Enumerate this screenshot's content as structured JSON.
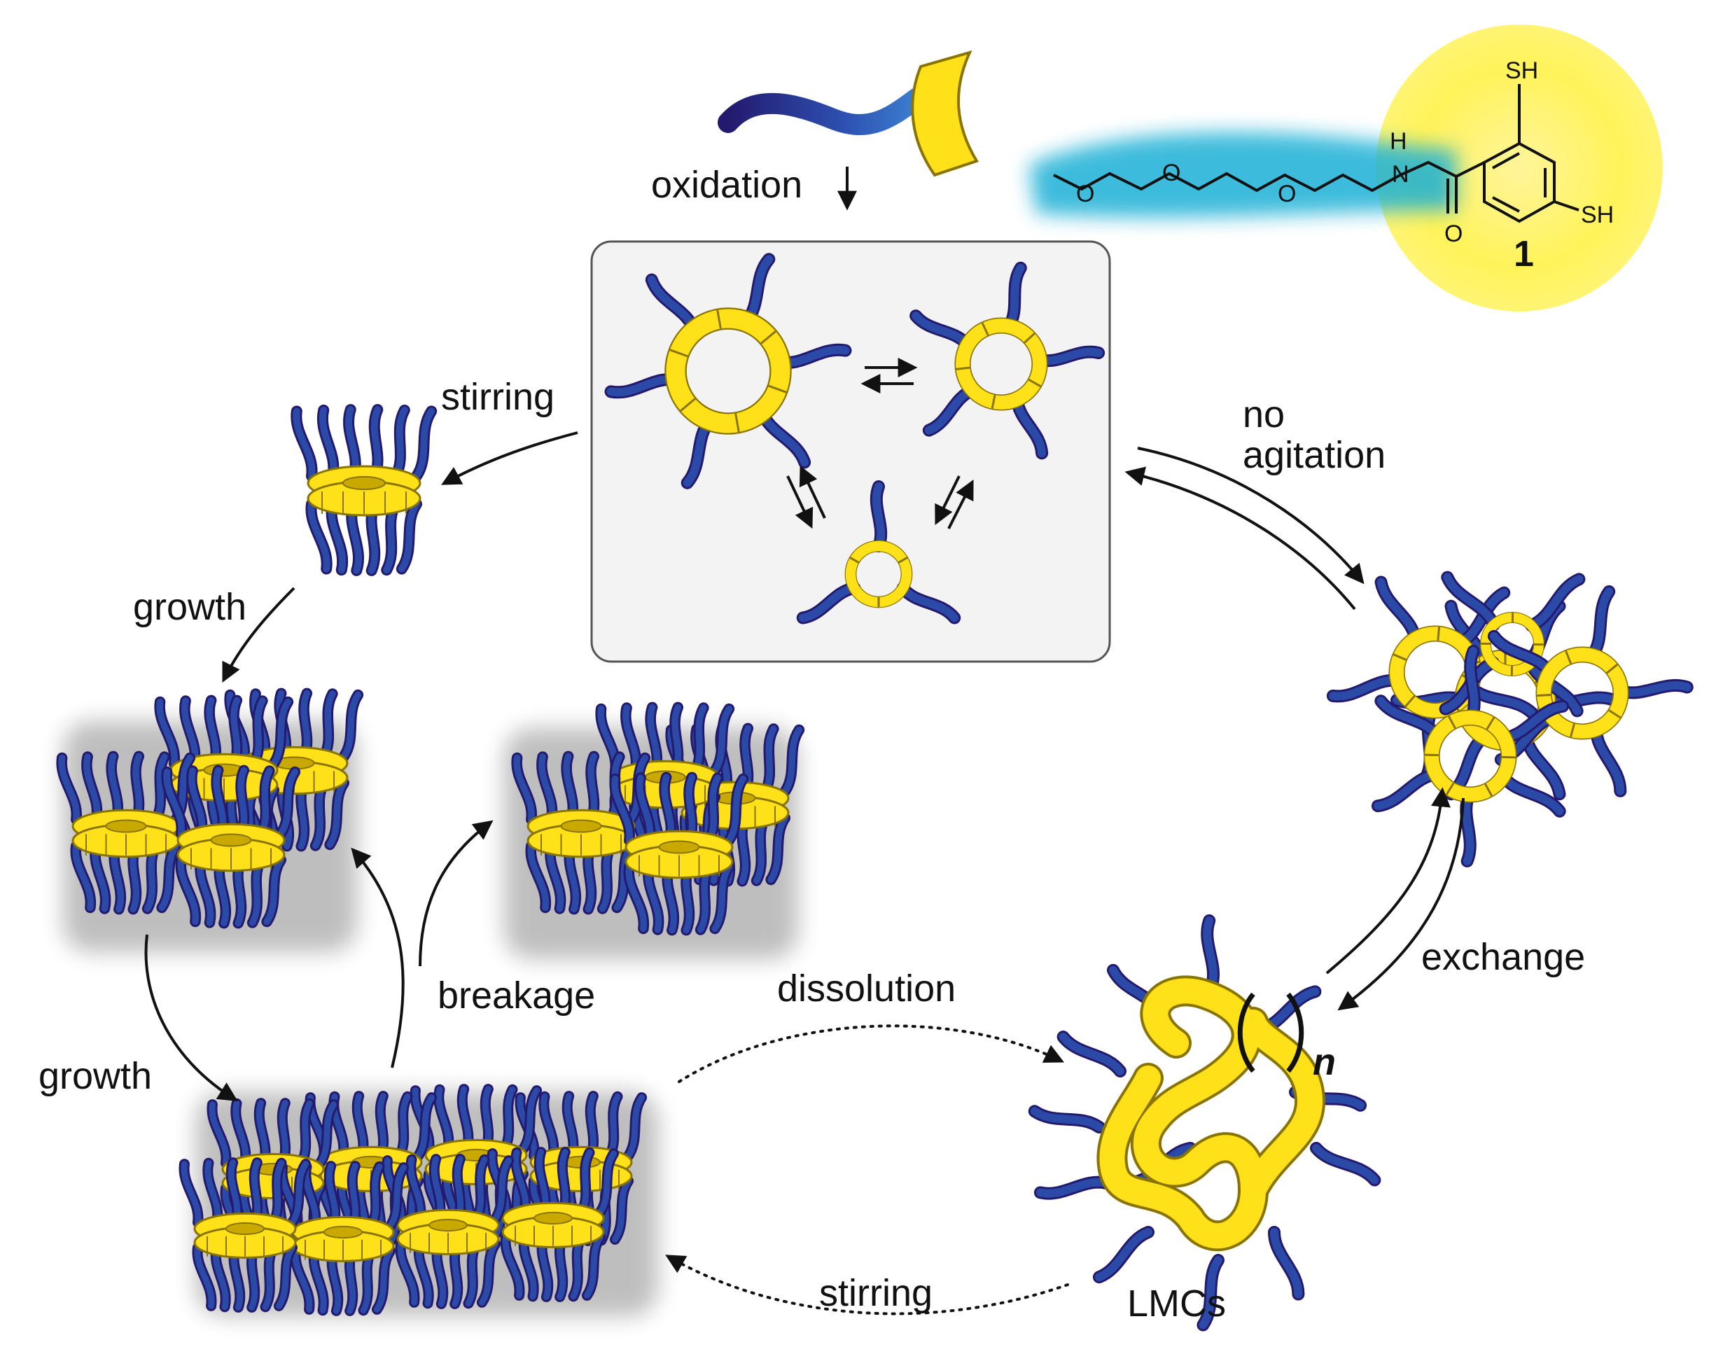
{
  "labels": {
    "oxidation": "oxidation",
    "stirring_top": "stirring",
    "no_agitation_1": "no",
    "no_agitation_2": "agitation",
    "growth_1": "growth",
    "growth_2": "growth",
    "breakage": "breakage",
    "dissolution": "dissolution",
    "stirring_bottom": "stirring",
    "exchange": "exchange",
    "lmcs": "LMCs",
    "n": "n"
  },
  "molecule": {
    "compound_number": "1",
    "atoms": [
      "SH",
      "SH",
      "H",
      "N",
      "O",
      "O",
      "O",
      "O"
    ]
  },
  "colors": {
    "ring_yellow": "#ffe11a",
    "ring_stroke": "#8a7400",
    "chain_blue": "#2b4aa8",
    "chain_dark": "#231a6e",
    "peg_glow": "#1ab0d6",
    "aromatic_glow": "#fff34d",
    "box_stroke": "#555555"
  }
}
